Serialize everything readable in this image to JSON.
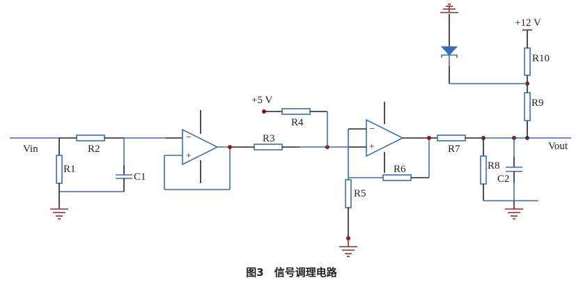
{
  "caption": "图3　信号调理电路",
  "labels": {
    "vin": "Vin",
    "vout": "Vout",
    "plus5": "+5 V",
    "plus12": "+12 V",
    "r1": "R1",
    "r2": "R2",
    "r3": "R3",
    "r4": "R4",
    "r5": "R5",
    "r6": "R6",
    "r7": "R7",
    "r8": "R8",
    "r9": "R9",
    "r10": "R10",
    "c1": "C1",
    "c2": "C2",
    "minus": "−",
    "plus": "+"
  },
  "colors": {
    "wire_blue": "#3b6db3",
    "wire_black": "#222222",
    "ground": "#8b2a2a",
    "junction": "#8b1a1a"
  }
}
